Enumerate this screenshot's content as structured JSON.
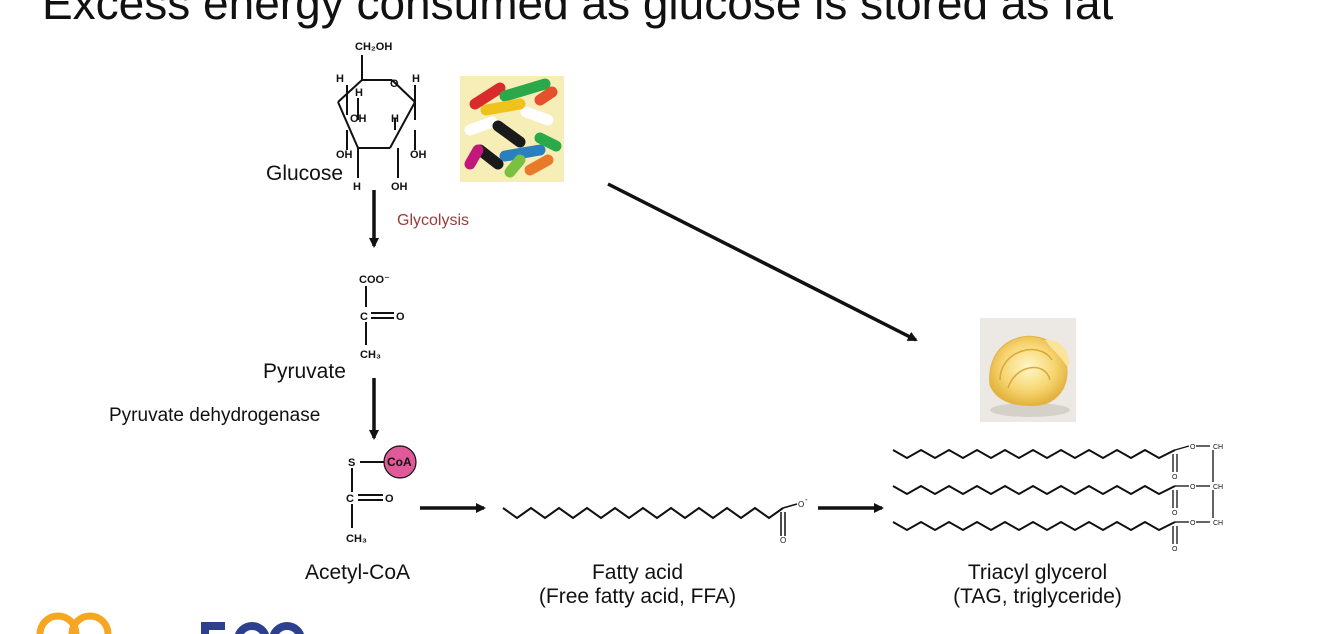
{
  "slide": {
    "title": "Excess energy consumed as glucose is stored as fat",
    "glucose": {
      "label": "Glucose",
      "formula_top": "CH₂OH"
    },
    "glycolysis": "Glycolysis",
    "pyruvate": {
      "label": "Pyruvate",
      "coo": "COO⁻",
      "ch3": "CH₃"
    },
    "pdh": "Pyruvate dehydrogenase",
    "acetyl_coa": {
      "label": "Acetyl-CoA",
      "coa": "CoA",
      "ch3": "CH₃"
    },
    "fatty_acid": {
      "label": "Fatty acid",
      "sub": "(Free fatty acid, FFA)"
    },
    "tag": {
      "label": "Triacyl glycerol",
      "sub": "(TAG, triglyceride)"
    }
  },
  "colors": {
    "coa_circle": "#e05a9a",
    "glycolysis_text": "#9b3b3b",
    "logo_orange": "#f5a623",
    "logo_navy": "#2d3f8f"
  },
  "icons": [
    "candy-image",
    "butter-image",
    "logo-rings-icon"
  ]
}
